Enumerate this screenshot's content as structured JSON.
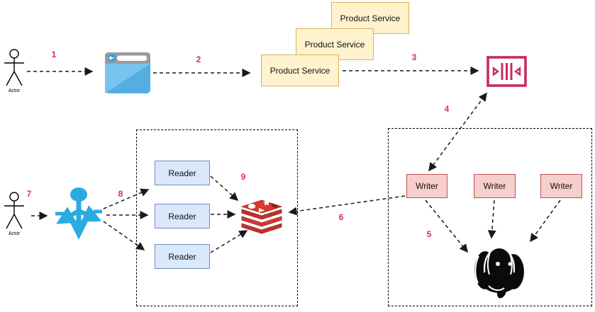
{
  "diagram": {
    "step_labels": [
      "1",
      "2",
      "3",
      "4",
      "5",
      "6",
      "7",
      "8",
      "9"
    ],
    "actors": {
      "top": "Actor",
      "bottom": "Actor"
    },
    "product_services": [
      "Product Service",
      "Product Service",
      "Product Service"
    ],
    "writers": [
      "Writer",
      "Writer",
      "Writer"
    ],
    "readers": [
      "Reader",
      "Reader",
      "Reader"
    ],
    "icons": {
      "browser": "browser-icon",
      "queue": "message-queue-icon",
      "load_balancer": "load-balancer-icon",
      "redis": "redis-icon",
      "postgresql": "postgresql-elephant-icon"
    },
    "colors": {
      "note_fill": "#FFF2CC",
      "note_border": "#D6B656",
      "writer_fill": "#F8CECC",
      "writer_border": "#B85450",
      "reader_fill": "#DAE8FC",
      "reader_border": "#6C8EBF",
      "step_label": "#E0218A",
      "queue_icon": "#C72B60",
      "load_balancer_icon": "#29ABE2",
      "redis_red": "#D9372E",
      "postgres_black": "#0B0B0B",
      "arrow": "#1A1A1A"
    }
  }
}
